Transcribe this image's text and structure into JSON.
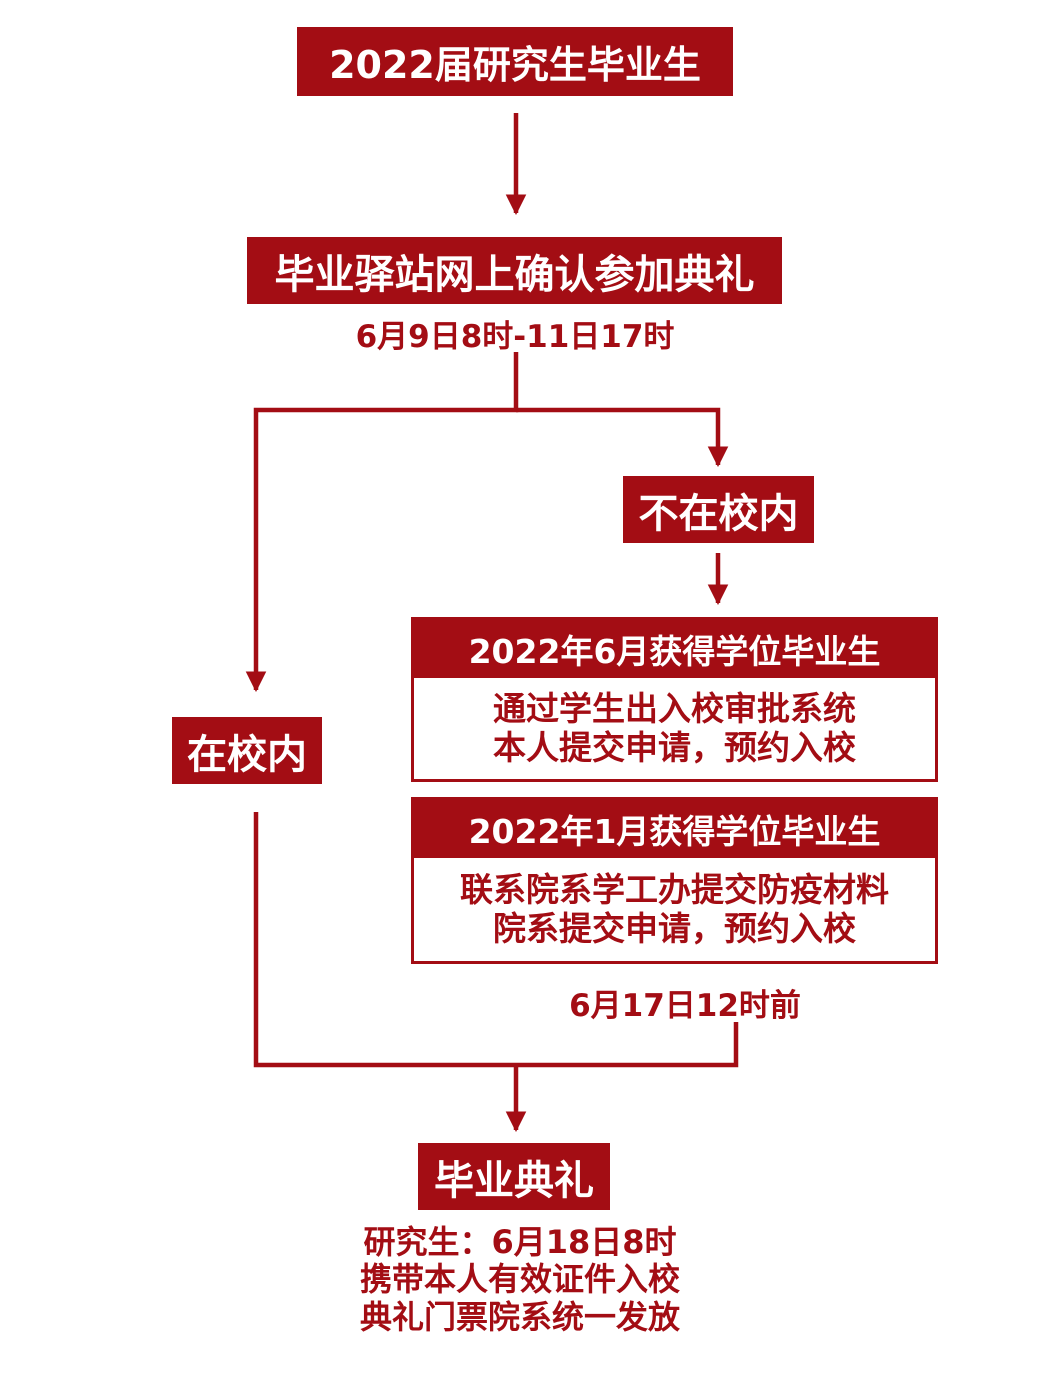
{
  "colors": {
    "primary": "#a30d14",
    "background": "#ffffff",
    "text_on_primary": "#ffffff"
  },
  "diagram": {
    "start": "2022届研究生毕业生",
    "confirm": "毕业驿站网上确认参加典礼",
    "confirm_time": "6月9日8时-11日17时",
    "on_campus": "在校内",
    "off_campus": "不在校内",
    "june_grads": {
      "title": "2022年6月获得学位毕业生",
      "lines": [
        "通过学生出入校审批系统",
        "本人提交申请，预约入校"
      ]
    },
    "jan_grads": {
      "title": "2022年1月获得学位毕业生",
      "lines": [
        "联系院系学工办提交防疫材料",
        "院系提交申请，预约入校"
      ]
    },
    "deadline": "6月17日12时前",
    "ceremony": "毕业典礼",
    "ceremony_notes": [
      "研究生：6月18日8时",
      "携带本人有效证件入校",
      "典礼门票院系统一发放"
    ]
  }
}
